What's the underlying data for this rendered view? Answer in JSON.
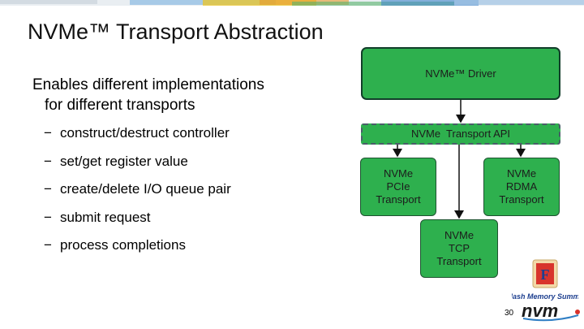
{
  "slide": {
    "title": "NVMe™ Transport Abstraction",
    "intro_line1": "Enables different implementations",
    "intro_line2": "for different transports",
    "bullets": [
      "construct/destruct controller",
      "set/get register value",
      "create/delete I/O queue pair",
      "submit request",
      "process completions"
    ],
    "bullet_marker": "−",
    "page_number": "30"
  },
  "diagram": {
    "driver": "NVMe™ Driver",
    "api": "NVMe  Transport API",
    "pcie": [
      "NVMe",
      "PCIe",
      "Transport"
    ],
    "rdma": [
      "NVMe",
      "RDMA",
      "Transport"
    ],
    "tcp": [
      "NVMe",
      "TCP",
      "Transport"
    ],
    "box_color": "#2eb04e"
  },
  "logos": {
    "flash_memory_summit": "Flash Memory Summit",
    "nvm": "nvm"
  }
}
